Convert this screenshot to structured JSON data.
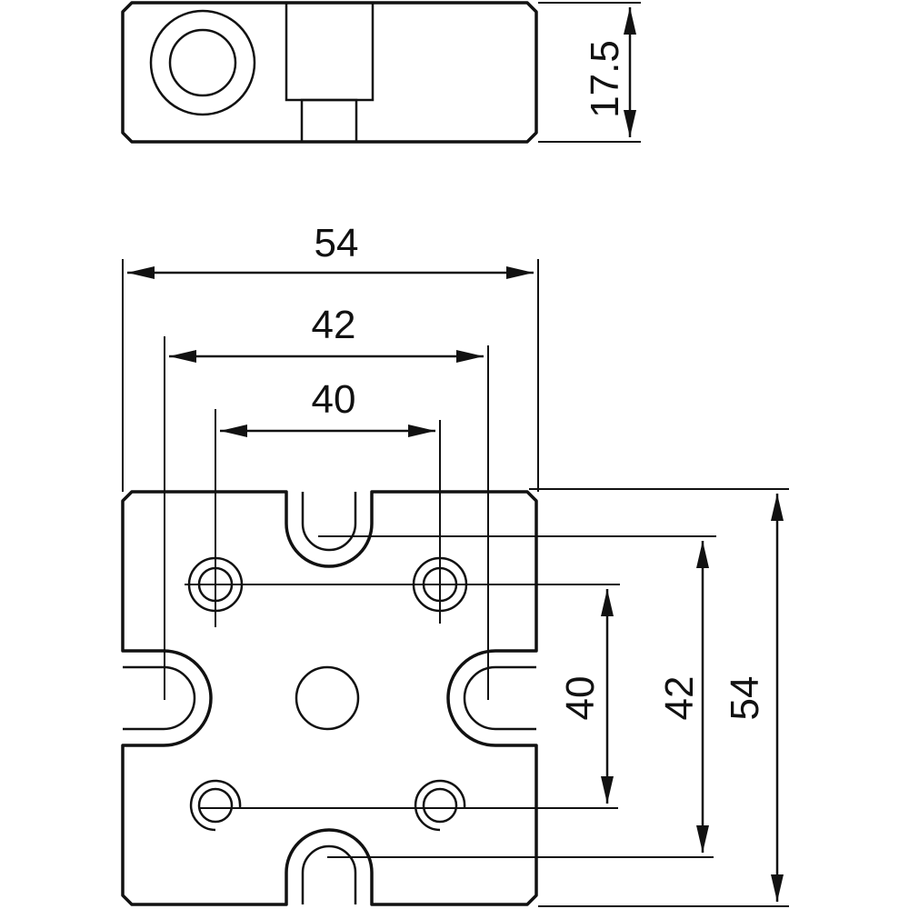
{
  "dimensions": {
    "thickness": "17.5",
    "overall_width": "54",
    "slot_span_horizontal": "42",
    "hole_span_horizontal": "40",
    "hole_span_vertical": "40",
    "slot_span_vertical": "42",
    "overall_height": "54"
  }
}
